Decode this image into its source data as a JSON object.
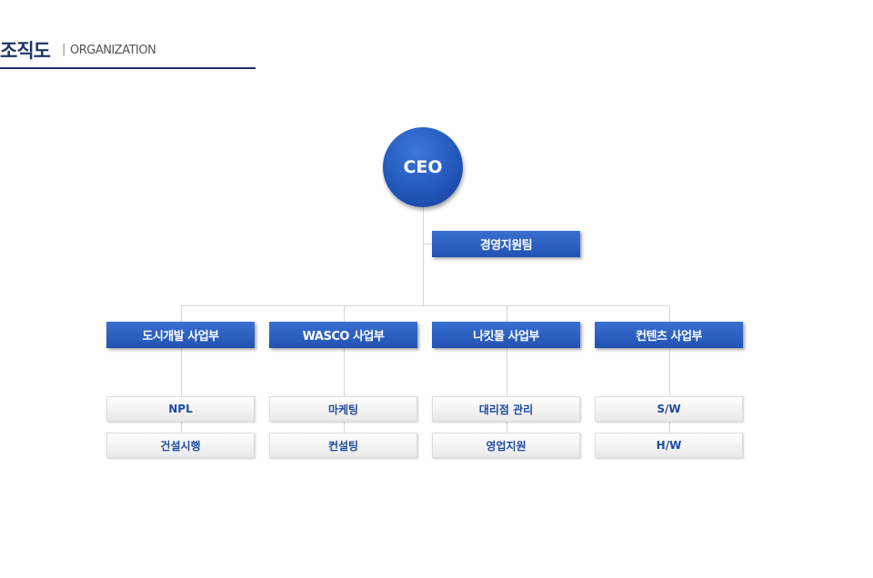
{
  "header": {
    "title": "조직도",
    "separator": "|",
    "subtitle": "ORGANIZATION"
  },
  "org": {
    "ceo": "CEO",
    "support_team": "경영지원팀",
    "divisions": [
      {
        "name": "도시개발 사업부",
        "units": [
          "NPL",
          "건설시행"
        ]
      },
      {
        "name": "WASCO 사업부",
        "units": [
          "마케팅",
          "컨설팅"
        ]
      },
      {
        "name": "나킷물 사업부",
        "units": [
          "대리점 관리",
          "영업지원"
        ]
      },
      {
        "name": "컨텐츠 사업부",
        "units": [
          "S/W",
          "H/W"
        ]
      }
    ]
  },
  "colors": {
    "title": "#1e3566",
    "node_blue": "#2358bc",
    "sub_text": "#1f4a9f",
    "connector": "#d6d6d6"
  }
}
